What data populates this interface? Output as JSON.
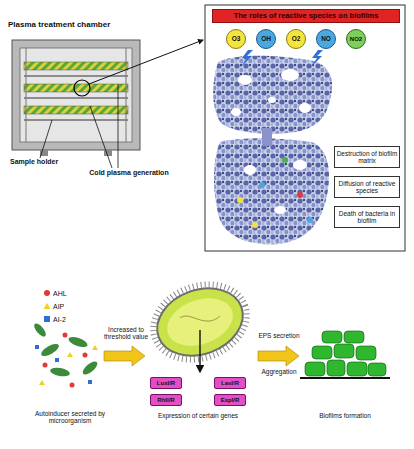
{
  "diagram": {
    "nodes": [
      {
        "text": [
          "The roles of reactive species on biofilms"
        ]
      },
      {
        "text": [
          "O3"
        ]
      },
      {
        "text": [
          "OH"
        ]
      },
      {
        "text": [
          "O2"
        ]
      },
      {
        "text": [
          "NO"
        ]
      },
      {
        "text": [
          "NO2"
        ]
      },
      {
        "text": [
          "Destruction of biofilm matrix"
        ]
      },
      {
        "text": [
          "Diffusion of reactive species"
        ]
      },
      {
        "text": [
          "Death of bacteria in biofilm"
        ]
      },
      {
        "text": [
          "LuxI/R"
        ]
      },
      {
        "text": [
          "LasI/R"
        ]
      },
      {
        "text": [
          "RhlI/R"
        ]
      },
      {
        "text": [
          "ExpI/R"
        ]
      }
    ],
    "labels": [
      "Plasma treatment chamber",
      "Sample holder",
      "Cold plasma generation",
      "Increased to threshold value",
      "EPS secretion",
      "Aggregation",
      "Autoinducer secreted by microorganism",
      "Expression of certain genes",
      "Biofilms formation"
    ],
    "legend": [
      {
        "text": "AHL"
      },
      {
        "text": "AIP"
      },
      {
        "text": "AI-2"
      }
    ]
  }
}
